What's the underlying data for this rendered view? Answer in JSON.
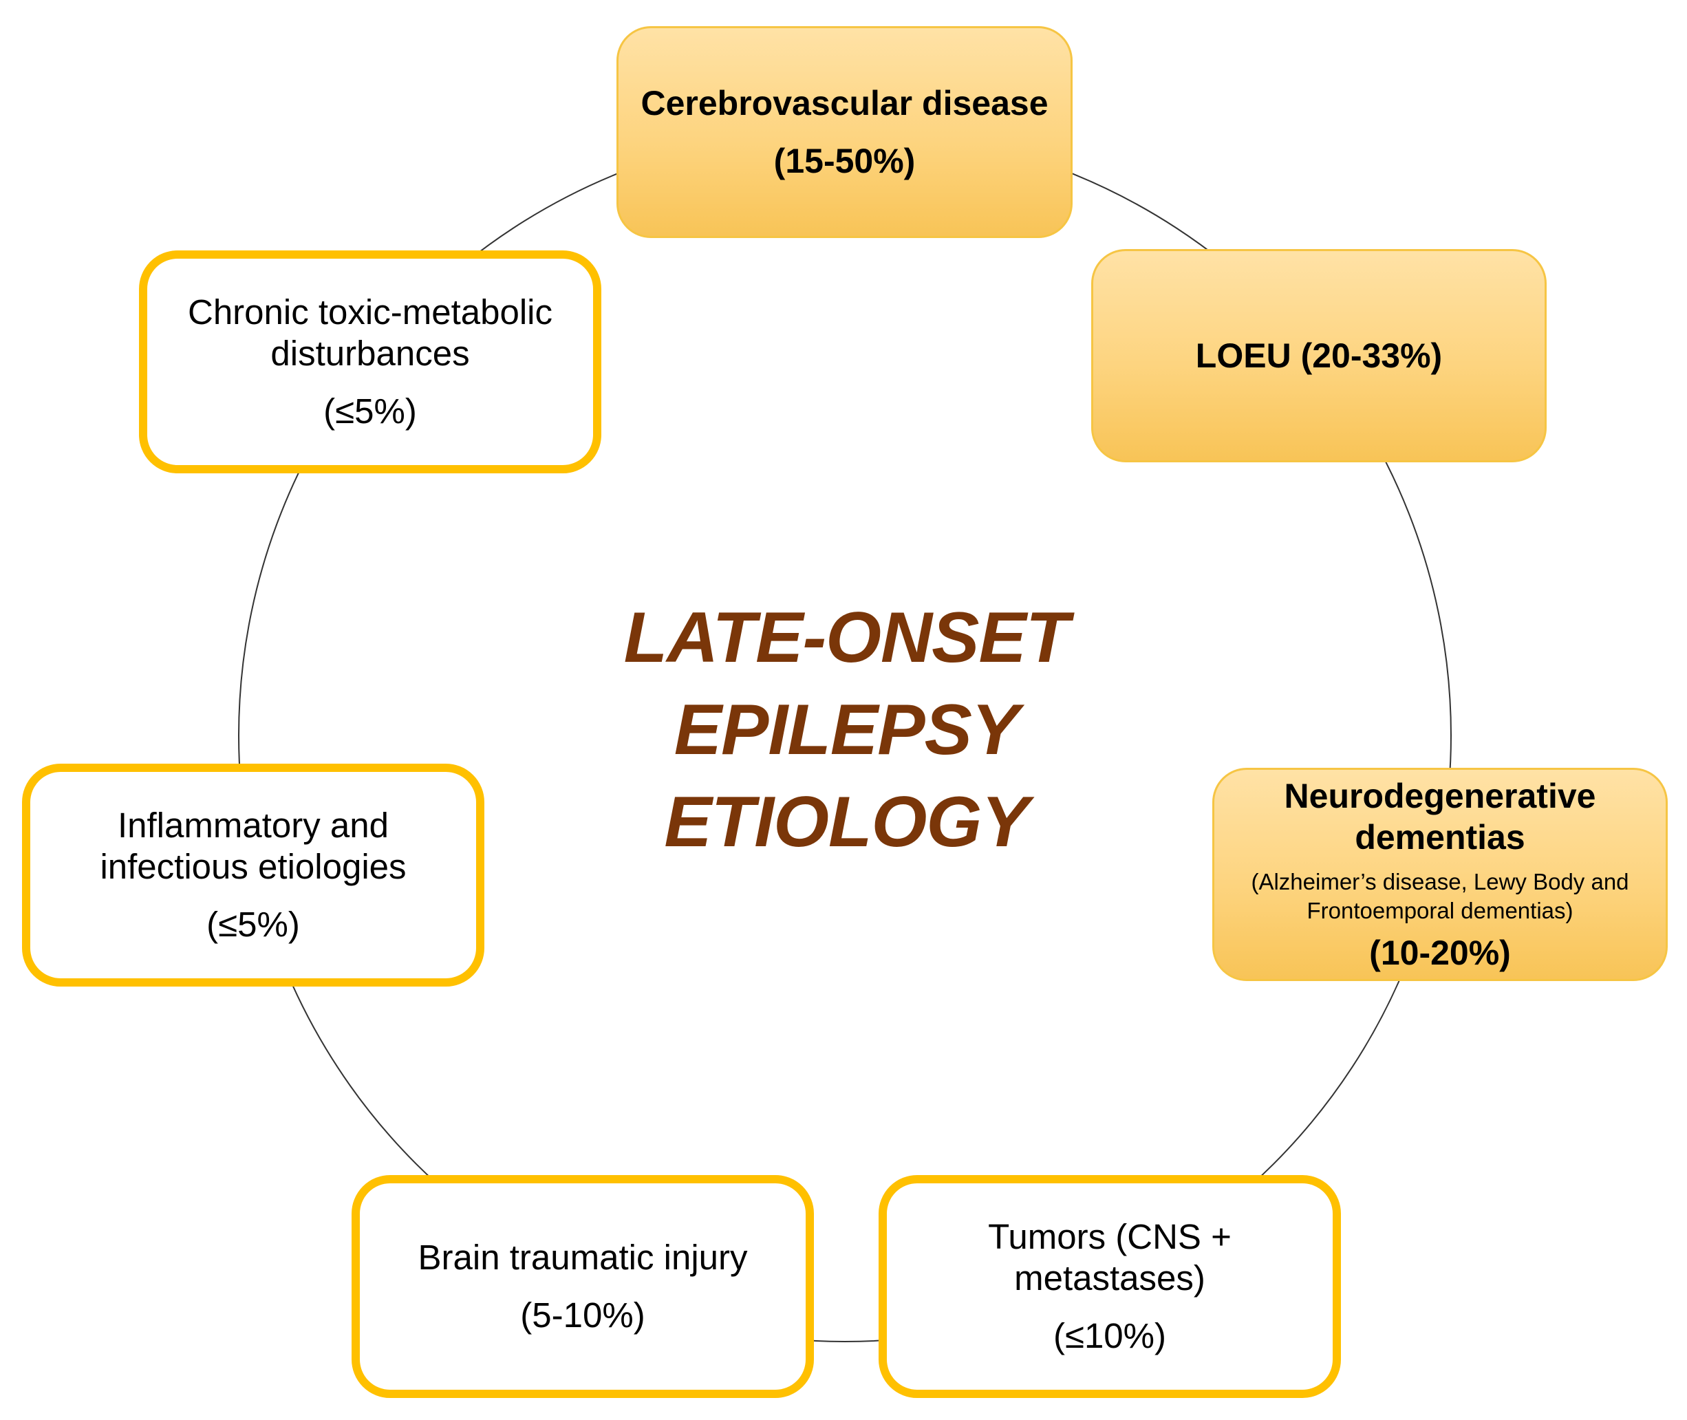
{
  "center_title": [
    "LATE-ONSET",
    "EPILEPSY",
    "ETIOLOGY"
  ],
  "nodes": {
    "cerebrovascular": {
      "title": "Cerebrovascular disease",
      "range": "(15-50%)"
    },
    "loeu": {
      "title": "LOEU (20-33%)"
    },
    "neurodegenerative": {
      "title_lines": [
        "Neurodegenerative",
        "dementias"
      ],
      "detail_lines": [
        "(Alzheimer’s disease, Lewy Body and",
        "Frontoemporal dementias)"
      ],
      "range": "(10-20%)"
    },
    "tumors": {
      "title_lines": [
        "Tumors (CNS +",
        "metastases)"
      ],
      "range": "(≤10%)"
    },
    "brain_injury": {
      "title": "Brain traumatic injury",
      "range": "(5-10%)"
    },
    "inflammatory": {
      "title_lines": [
        "Inflammatory and",
        "infectious etiologies"
      ],
      "range": "(≤5%)"
    },
    "toxic_metabolic": {
      "title_lines": [
        "Chronic toxic-metabolic",
        "disturbances"
      ],
      "range": "(≤5%)"
    }
  },
  "colors": {
    "filled_node_fill": "#fdd47f",
    "filled_node_border": "#f6c544",
    "outlined_node_border": "#ffc000",
    "center_title": "#7a3609",
    "connector": "#333333"
  }
}
